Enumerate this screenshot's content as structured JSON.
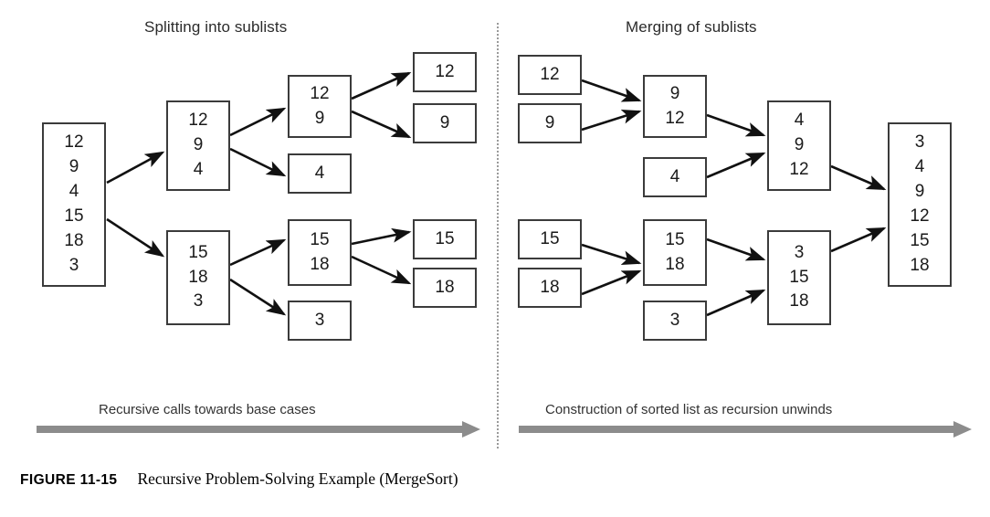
{
  "figure": {
    "caption_label": "FIGURE 11-15",
    "caption_text": "Recursive Problem-Solving Example (MergeSort)"
  },
  "headings": {
    "left": "Splitting into sublists",
    "right": "Merging of sublists"
  },
  "process_arrows": {
    "left_label": "Recursive calls towards base cases",
    "right_label": "Construction of sorted list as recursion unwinds",
    "color": "#8c8c8c"
  },
  "divider": {
    "style": "dotted-vertical",
    "color": "#9a9a9a"
  },
  "colors": {
    "box_border": "#3b3b3b",
    "box_fill": "#ffffff",
    "arrow": "#111111",
    "text": "#1a1a1a"
  },
  "chart_data": {
    "type": "diagram",
    "title": "Recursive Problem-Solving Example (MergeSort)",
    "algorithm": "MergeSort",
    "input_list": [
      12,
      9,
      4,
      15,
      18,
      3
    ],
    "sorted_list": [
      3,
      4,
      9,
      12,
      15,
      18
    ],
    "phases": [
      "Splitting into sublists",
      "Merging of sublists"
    ]
  },
  "split_boxes": {
    "root": {
      "values": [
        "12",
        "9",
        "4",
        "15",
        "18",
        "3"
      ]
    },
    "upper_half": {
      "values": [
        "12",
        "9",
        "4"
      ]
    },
    "lower_half": {
      "values": [
        "15",
        "18",
        "3"
      ]
    },
    "upper_pair": {
      "values": [
        "12",
        "9"
      ]
    },
    "upper_single_4": {
      "values": [
        "4"
      ]
    },
    "lower_pair": {
      "values": [
        "15",
        "18"
      ]
    },
    "lower_single_3": {
      "values": [
        "3"
      ]
    },
    "leaf_12": {
      "values": [
        "12"
      ]
    },
    "leaf_9": {
      "values": [
        "9"
      ]
    },
    "leaf_15": {
      "values": [
        "15"
      ]
    },
    "leaf_18": {
      "values": [
        "18"
      ]
    }
  },
  "merge_boxes": {
    "leaf_12": {
      "values": [
        "12"
      ]
    },
    "leaf_9": {
      "values": [
        "9"
      ]
    },
    "leaf_15": {
      "values": [
        "15"
      ]
    },
    "leaf_18": {
      "values": [
        "18"
      ]
    },
    "merged_9_12": {
      "values": [
        "9",
        "12"
      ]
    },
    "single_4": {
      "values": [
        "4"
      ]
    },
    "merged_15_18": {
      "values": [
        "15",
        "18"
      ]
    },
    "single_3": {
      "values": [
        "3"
      ]
    },
    "merged_4_9_12": {
      "values": [
        "4",
        "9",
        "12"
      ]
    },
    "merged_3_15_18": {
      "values": [
        "3",
        "15",
        "18"
      ]
    },
    "final": {
      "values": [
        "3",
        "4",
        "9",
        "12",
        "15",
        "18"
      ]
    }
  }
}
